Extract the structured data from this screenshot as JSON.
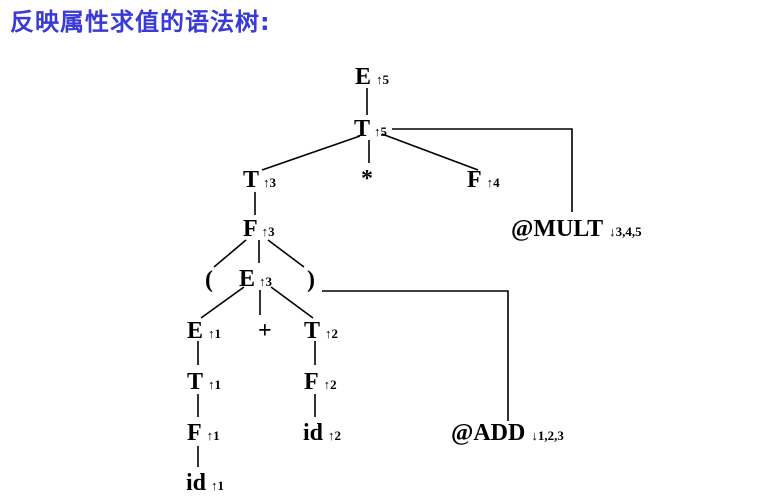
{
  "title": "反映属性求值的语法树:",
  "nodes": {
    "e_root": {
      "label": "E",
      "sub": "↑5"
    },
    "t_top": {
      "label": "T",
      "sub": "↑5"
    },
    "t_left": {
      "label": "T",
      "sub": "↑3"
    },
    "star": {
      "label": "*",
      "sub": ""
    },
    "f_right": {
      "label": "F",
      "sub": "↑4"
    },
    "mult": {
      "label": "@MULT",
      "sub": "↓3,4,5"
    },
    "f_mid": {
      "label": "F",
      "sub": "↑3"
    },
    "lparen": {
      "label": "(",
      "sub": ""
    },
    "e_mid": {
      "label": "E",
      "sub": "↑3"
    },
    "rparen": {
      "label": ")",
      "sub": ""
    },
    "e_leaf": {
      "label": "E",
      "sub": "↑1"
    },
    "plus": {
      "label": "+",
      "sub": ""
    },
    "t_r2": {
      "label": "T",
      "sub": "↑2"
    },
    "t_l1": {
      "label": "T",
      "sub": "↑1"
    },
    "f_r2": {
      "label": "F",
      "sub": "↑2"
    },
    "f_l1": {
      "label": "F",
      "sub": "↑1"
    },
    "id_r2": {
      "label": "id",
      "sub": "↑2"
    },
    "add": {
      "label": "@ADD",
      "sub": "↓1,2,3"
    },
    "id_l1": {
      "label": "id",
      "sub": "↑1"
    }
  }
}
